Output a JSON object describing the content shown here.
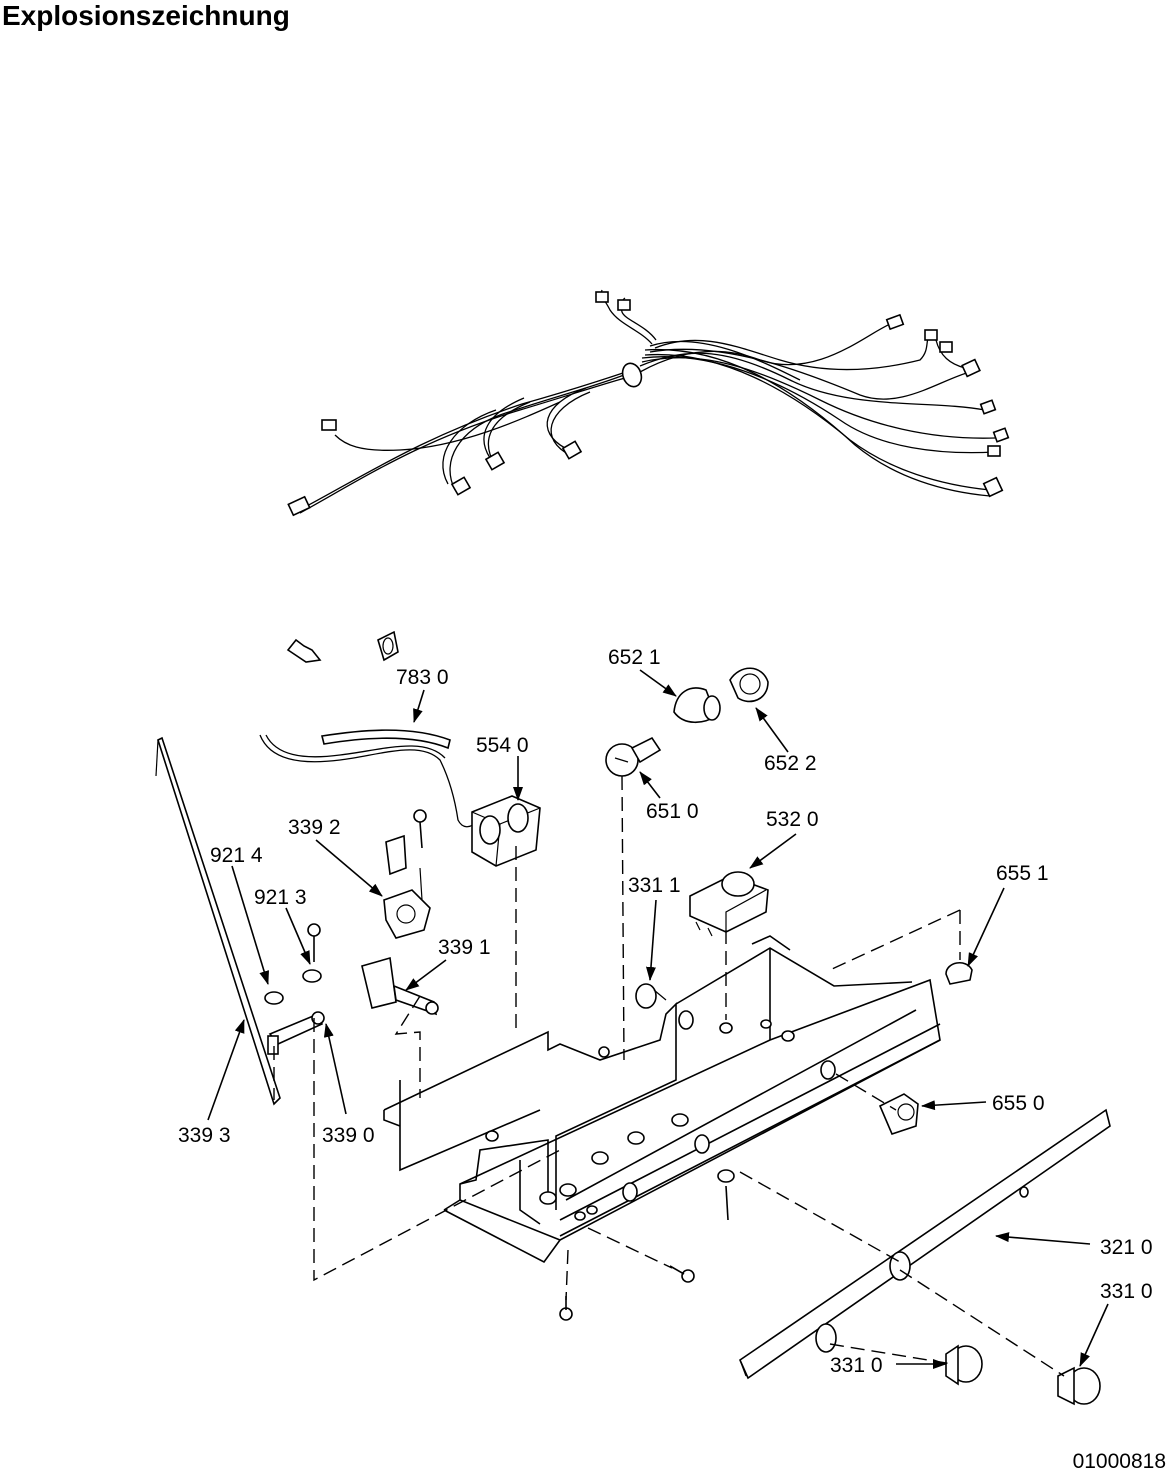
{
  "title": "Explosionszeichnung",
  "document_number": "01000818",
  "labels": {
    "p783_0": "783 0",
    "p652_1": "652 1",
    "p652_2": "652 2",
    "p554_0": "554 0",
    "p651_0": "651 0",
    "p532_0": "532 0",
    "p339_2": "339 2",
    "p921_4": "921 4",
    "p921_3": "921 3",
    "p331_1": "331 1",
    "p655_1": "655 1",
    "p339_1": "339 1",
    "p339_3": "339 3",
    "p339_0": "339 0",
    "p655_0": "655 0",
    "p321_0": "321 0",
    "p331_0a": "331 0",
    "p331_0b": "331 0"
  },
  "icons": {
    "arrow": "arrowhead",
    "harness": "wiring-harness-icon",
    "bulb": "lamp-bulb-icon"
  },
  "colors": {
    "ink": "#000000",
    "paper": "#ffffff"
  }
}
